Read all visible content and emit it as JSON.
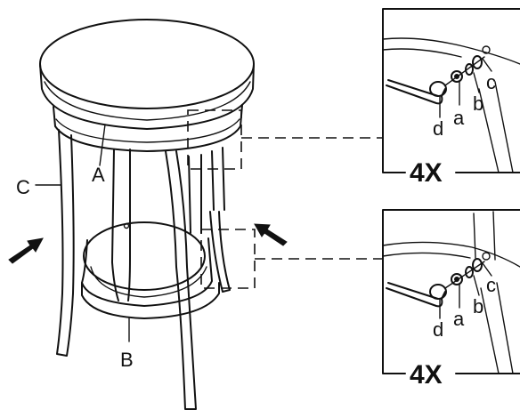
{
  "labels": {
    "part_a": "A",
    "part_b": "B",
    "part_c": "C"
  },
  "detail_top": {
    "label_a": "a",
    "label_b": "b",
    "label_c": "c",
    "label_d": "d",
    "quantity": "4X"
  },
  "detail_bottom": {
    "label_a": "a",
    "label_b": "b",
    "label_c": "c",
    "label_d": "d",
    "quantity": "4X"
  }
}
